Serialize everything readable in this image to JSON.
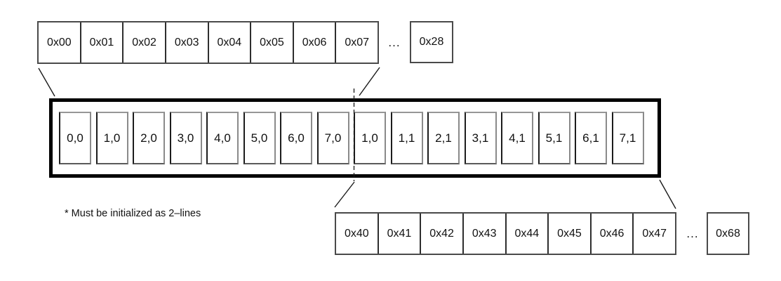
{
  "top_row": {
    "cells": [
      "0x00",
      "0x01",
      "0x02",
      "0x03",
      "0x04",
      "0x05",
      "0x06",
      "0x07"
    ],
    "ellipsis": "...",
    "tail_cell": "0x28"
  },
  "ddram_box": {
    "cells": [
      "0,0",
      "1,0",
      "2,0",
      "3,0",
      "4,0",
      "5,0",
      "6,0",
      "7,0",
      "1,0",
      "1,1",
      "2,1",
      "3,1",
      "4,1",
      "5,1",
      "6,1",
      "7,1"
    ]
  },
  "bottom_row": {
    "cells": [
      "0x40",
      "0x41",
      "0x42",
      "0x43",
      "0x44",
      "0x45",
      "0x46",
      "0x47"
    ],
    "ellipsis": "...",
    "tail_cell": "0x68"
  },
  "note_text": "* Must be initialized as 2–lines",
  "colors": {
    "background": "#ffffff",
    "text": "#111111",
    "thin_border": "#4a4a4a",
    "thick_border": "#000000"
  }
}
